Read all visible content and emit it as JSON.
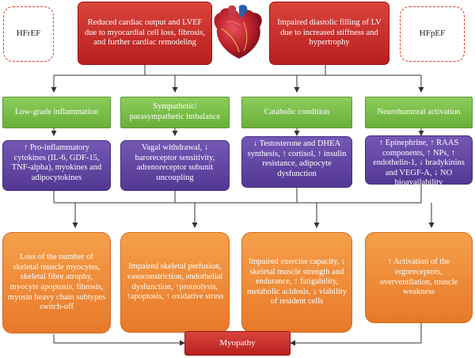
{
  "top": {
    "hfref_label": "HFrEF",
    "hfpef_label": "HFpEF",
    "reduced_output": "Reduced cardiac output and LVEF due to myocardial cell loss, fibrosis, and further cardiac remodeling",
    "impaired_filling": "Impaired diastolic filling of LV due to increased stiffness and hypertrophy"
  },
  "mechanisms": [
    {
      "title": "Low-grade inflammation",
      "detail": "↑ Pro-inflammatory cytokines (IL-6, GDF-15, TNF-alpha), myokines and adipocytokines",
      "effect": "Loss of the number of skeletal muscle myocytes, skeletal fibre atrophy, myocyte apoptosis, fibrosis, myosin heavy chain subtypes switch-off"
    },
    {
      "title": "Sympathetic/ parasympathetic imbalance",
      "detail": "Vagal withdrawal, ↓ baroreceptor sensitivity, adrenoreceptor subunit uncoupling",
      "effect": "Impaired skeletal perfusion, vasoconstriction, endothelial dysfunction, ↑proteolysis, ↑apoptosis, ↑ oxidative stress"
    },
    {
      "title": "Catabolic condition",
      "detail": "↓ Testosterone and DHEA synthesis, ↑ cortisol, ↑ insulin resistance, adipocyte dysfunction",
      "effect": "Impaired exercise capacity, ↓ skeletal muscle strength and endurance, ↑ fatigability, metabolic acidosis, ↓ viability of resident cells"
    },
    {
      "title": "Neurohumoral activation",
      "detail": "↑ Epinephrine, ↑ RAAS components, ↑ NPs, ↑ endothelin-1, ↓ bradykinins and VEGF-A, ↓ NO bioavailability",
      "effect": "↑ Activation of the ergoreceptors, overventilation, muscle weakness"
    }
  ],
  "outcome": "Myopathy",
  "colors": {
    "red": "#c62f2a",
    "green": "#7bbd4a",
    "purple": "#62459f",
    "orange": "#ef8a35"
  },
  "icons": {
    "heart": "anatomical-heart-icon"
  }
}
